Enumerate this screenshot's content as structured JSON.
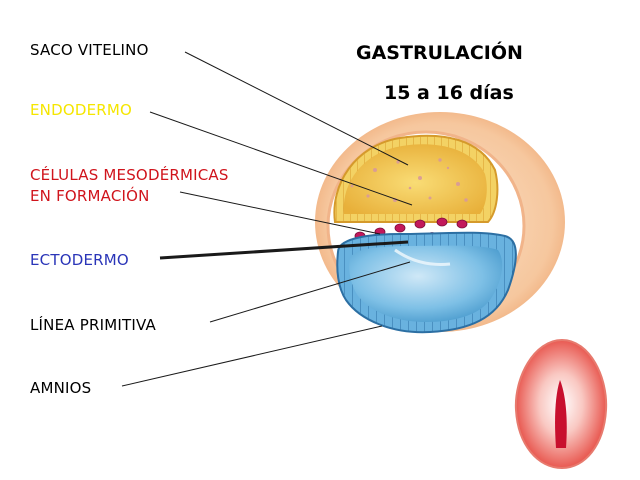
{
  "title": {
    "line1": "GASTRULACIÓN",
    "line2": "15 a 16 días"
  },
  "labels": {
    "saco_vitelino": "SACO VITELINO",
    "endodermo": "ENDODERMO",
    "celulas_line1": "CÉLULAS MESODÉRMICAS",
    "celulas_line2": "EN FORMACIÓN",
    "ectodermo": "ECTODERMO",
    "linea_primitiva": "LÍNEA PRIMITIVA",
    "amnios": "AMNIOS"
  },
  "colors": {
    "default_label": "#000000",
    "endodermo_label": "#f5e600",
    "celulas_label": "#d0141c",
    "ectodermo_label": "#2a35b8",
    "yolk_sac": "#efc449",
    "amnion": "#5eaedc",
    "outer_wall": "#f0b27a",
    "mesoderm_cells": "#c2185b"
  }
}
